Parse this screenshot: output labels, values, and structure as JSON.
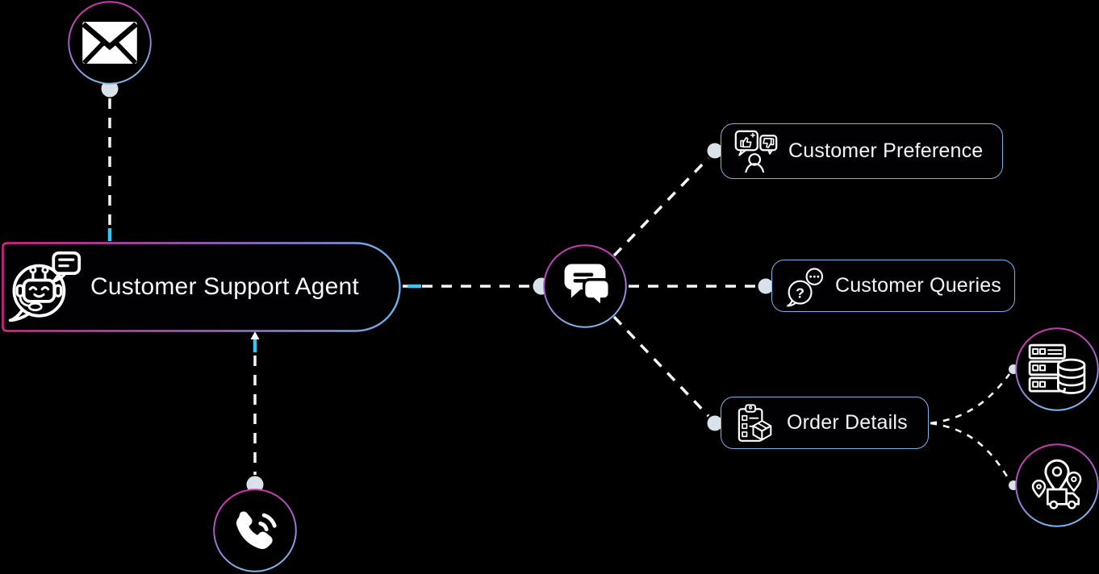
{
  "diagram": {
    "title_present": false,
    "background": "#000000",
    "colors": {
      "ring_gradient_top": "#d92ba6",
      "ring_gradient_bottom": "#7fb5e8",
      "agent_border_left": "#ec1e96",
      "agent_border_right": "#6cb2ea",
      "label_box_border": "#7ab5e8",
      "edge_dash": "#f5f7fa",
      "edge_active": "#38c6f4",
      "handle_dot": "#d9e2ea",
      "text": "#f2f5f8"
    },
    "nodes": {
      "email_channel": {
        "icon": "envelope-icon"
      },
      "phone_channel": {
        "icon": "phone-icon"
      },
      "agent": {
        "label": "Customer Support Agent",
        "icon": "chatbot-icon"
      },
      "chat_hub": {
        "icon": "chat-bubbles-icon"
      },
      "customer_preference": {
        "label": "Customer Preference",
        "icon": "customer-feedback-icon"
      },
      "customer_queries": {
        "label": "Customer Queries",
        "icon": "question-bubbles-icon"
      },
      "order_details": {
        "label": "Order Details",
        "icon": "clipboard-package-icon"
      },
      "order_database": {
        "icon": "server-database-icon"
      },
      "delivery_tracking": {
        "icon": "delivery-truck-pins-icon"
      }
    },
    "icon_glyphs": {
      "question_mark": "?"
    }
  }
}
